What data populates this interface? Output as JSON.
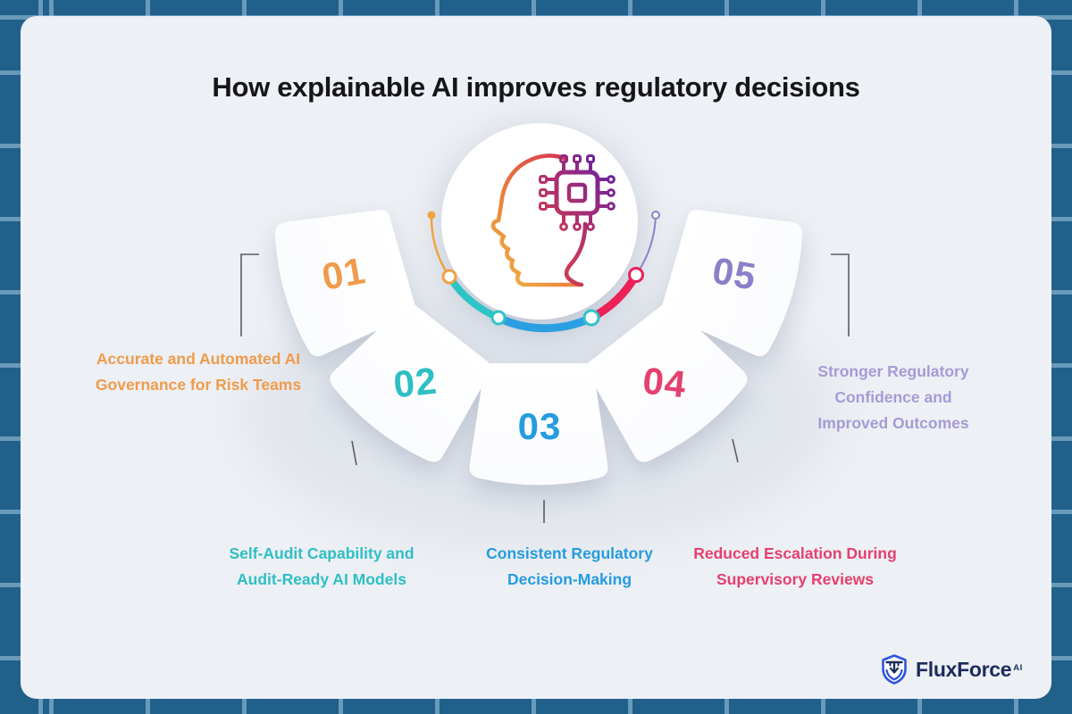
{
  "title": "How explainable AI improves regulatory decisions",
  "items": [
    {
      "number": "01",
      "color": "#F09B4B",
      "lines": [
        "Accurate and Automated AI",
        "Governance for Risk Teams"
      ]
    },
    {
      "number": "02",
      "color": "#2EBFC5",
      "lines": [
        "Self-Audit Capability and",
        "Audit-Ready AI Models"
      ]
    },
    {
      "number": "03",
      "color": "#249CDF",
      "lines": [
        "Consistent Regulatory",
        "Decision-Making"
      ]
    },
    {
      "number": "04",
      "color": "#E5406F",
      "lines": [
        "Reduced Escalation During",
        "Supervisory Reviews"
      ]
    },
    {
      "number": "05",
      "color": "#8C7EC8",
      "lines": [
        "Stronger Regulatory",
        "Confidence and",
        "Improved Outcomes"
      ]
    }
  ],
  "center_icon": "head-with-microchip",
  "arc_colors": {
    "orange": "#F0A23F",
    "teal": "#2EC4C7",
    "blue": "#2B9FE2",
    "crimson": "#EB2158",
    "purple": "#8E7FC8"
  },
  "theme": {
    "outer_background": "#20608A",
    "grid_line": "#A5CBE2",
    "card_background": "#EDF0F4",
    "title_color": "#15151A",
    "logo_navy": "#1B2C5E",
    "logo_blue": "#2F55DC"
  },
  "logo": {
    "name": "FluxForce",
    "suffix": "AI"
  }
}
